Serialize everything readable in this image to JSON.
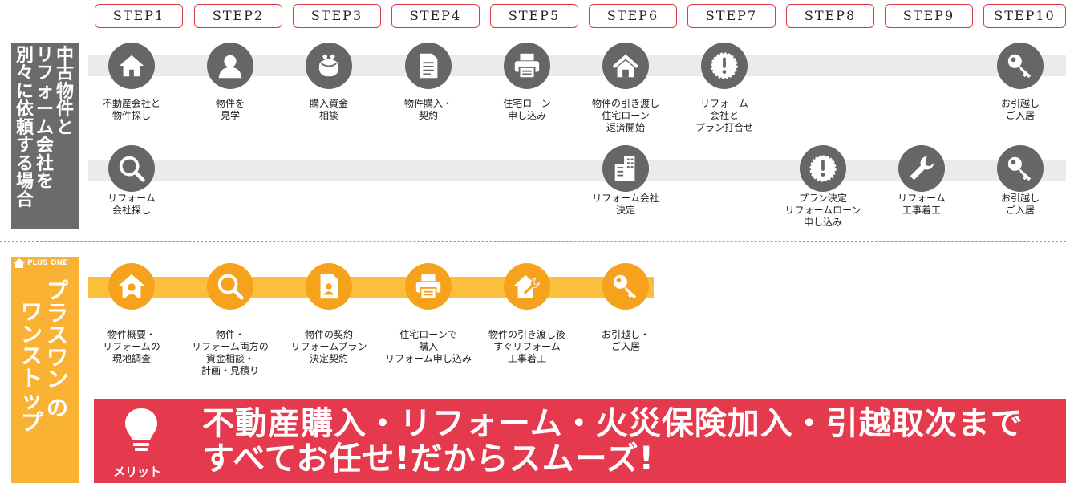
{
  "steps": [
    "STEP1",
    "STEP2",
    "STEP3",
    "STEP4",
    "STEP5",
    "STEP6",
    "STEP7",
    "STEP8",
    "STEP9",
    "STEP10"
  ],
  "section_used": {
    "title_col1": "中古物件と",
    "title_col2": "リフォーム会社を",
    "title_col3": "別々に依頼する場合"
  },
  "row1": [
    {
      "icon": "house-icon",
      "label": "不動産会社と\n物件探し"
    },
    {
      "icon": "person-icon",
      "label": "物件を\n見学"
    },
    {
      "icon": "purse-icon",
      "label": "購入資金\n相談"
    },
    {
      "icon": "document-icon",
      "label": "物件購入・\n契約"
    },
    {
      "icon": "printer-icon",
      "label": "住宅ローン\n申し込み"
    },
    {
      "icon": "house-outline-icon",
      "label": "物件の引き渡し\n住宅ローン\n返済開始"
    },
    {
      "icon": "exclamation-seal-icon",
      "label": "リフォーム\n会社と\nプラン打合せ"
    },
    {
      "icon": "key-icon",
      "label": "お引越し\nご入居"
    }
  ],
  "row2": [
    {
      "icon": "search-icon",
      "label": "リフォーム\n会社探し"
    },
    {
      "icon": "building-icon",
      "label": "リフォーム会社\n決定"
    },
    {
      "icon": "exclamation-seal-icon",
      "label": "プラン決定\nリフォームローン\n申し込み"
    },
    {
      "icon": "wrench-icon",
      "label": "リフォーム\n工事着工"
    },
    {
      "icon": "key-icon",
      "label": "お引越し\nご入居"
    }
  ],
  "section_plus": {
    "logo_text": "PLUS ONE",
    "title_col1": "プラスワン",
    "title_col2": "ワンストップ",
    "title_col2_suffix": "の"
  },
  "row3": [
    {
      "icon": "house-person-icon",
      "label": "物件概要・\nリフォームの\n現地調査"
    },
    {
      "icon": "search-icon",
      "label": "物件・\nリフォーム両方の\n資金相談・\n計画・見積り"
    },
    {
      "icon": "contract-icon",
      "label": "物件の契約\nリフォームプラン\n決定契約"
    },
    {
      "icon": "printer-icon",
      "label": "住宅ローンで\n購入\nリフォーム申し込み"
    },
    {
      "icon": "house-wrench-icon",
      "label": "物件の引き渡し後\nすぐリフォーム\n工事着工"
    },
    {
      "icon": "key-icon",
      "label": "お引越し・\nご入居"
    }
  ],
  "banner": {
    "line1": "不動産購入・リフォーム・火災保険加入・引越取次まで",
    "line2": "すべてお任せ!だからスムーズ!",
    "merit": "メリット",
    "icon": "lightbulb-icon"
  },
  "colors": {
    "gray_icon": "#666666",
    "orange_icon": "#f6a21c",
    "step_border": "#d9383f",
    "banner_red": "#e53a4d",
    "plus_panel": "#f9b233"
  }
}
